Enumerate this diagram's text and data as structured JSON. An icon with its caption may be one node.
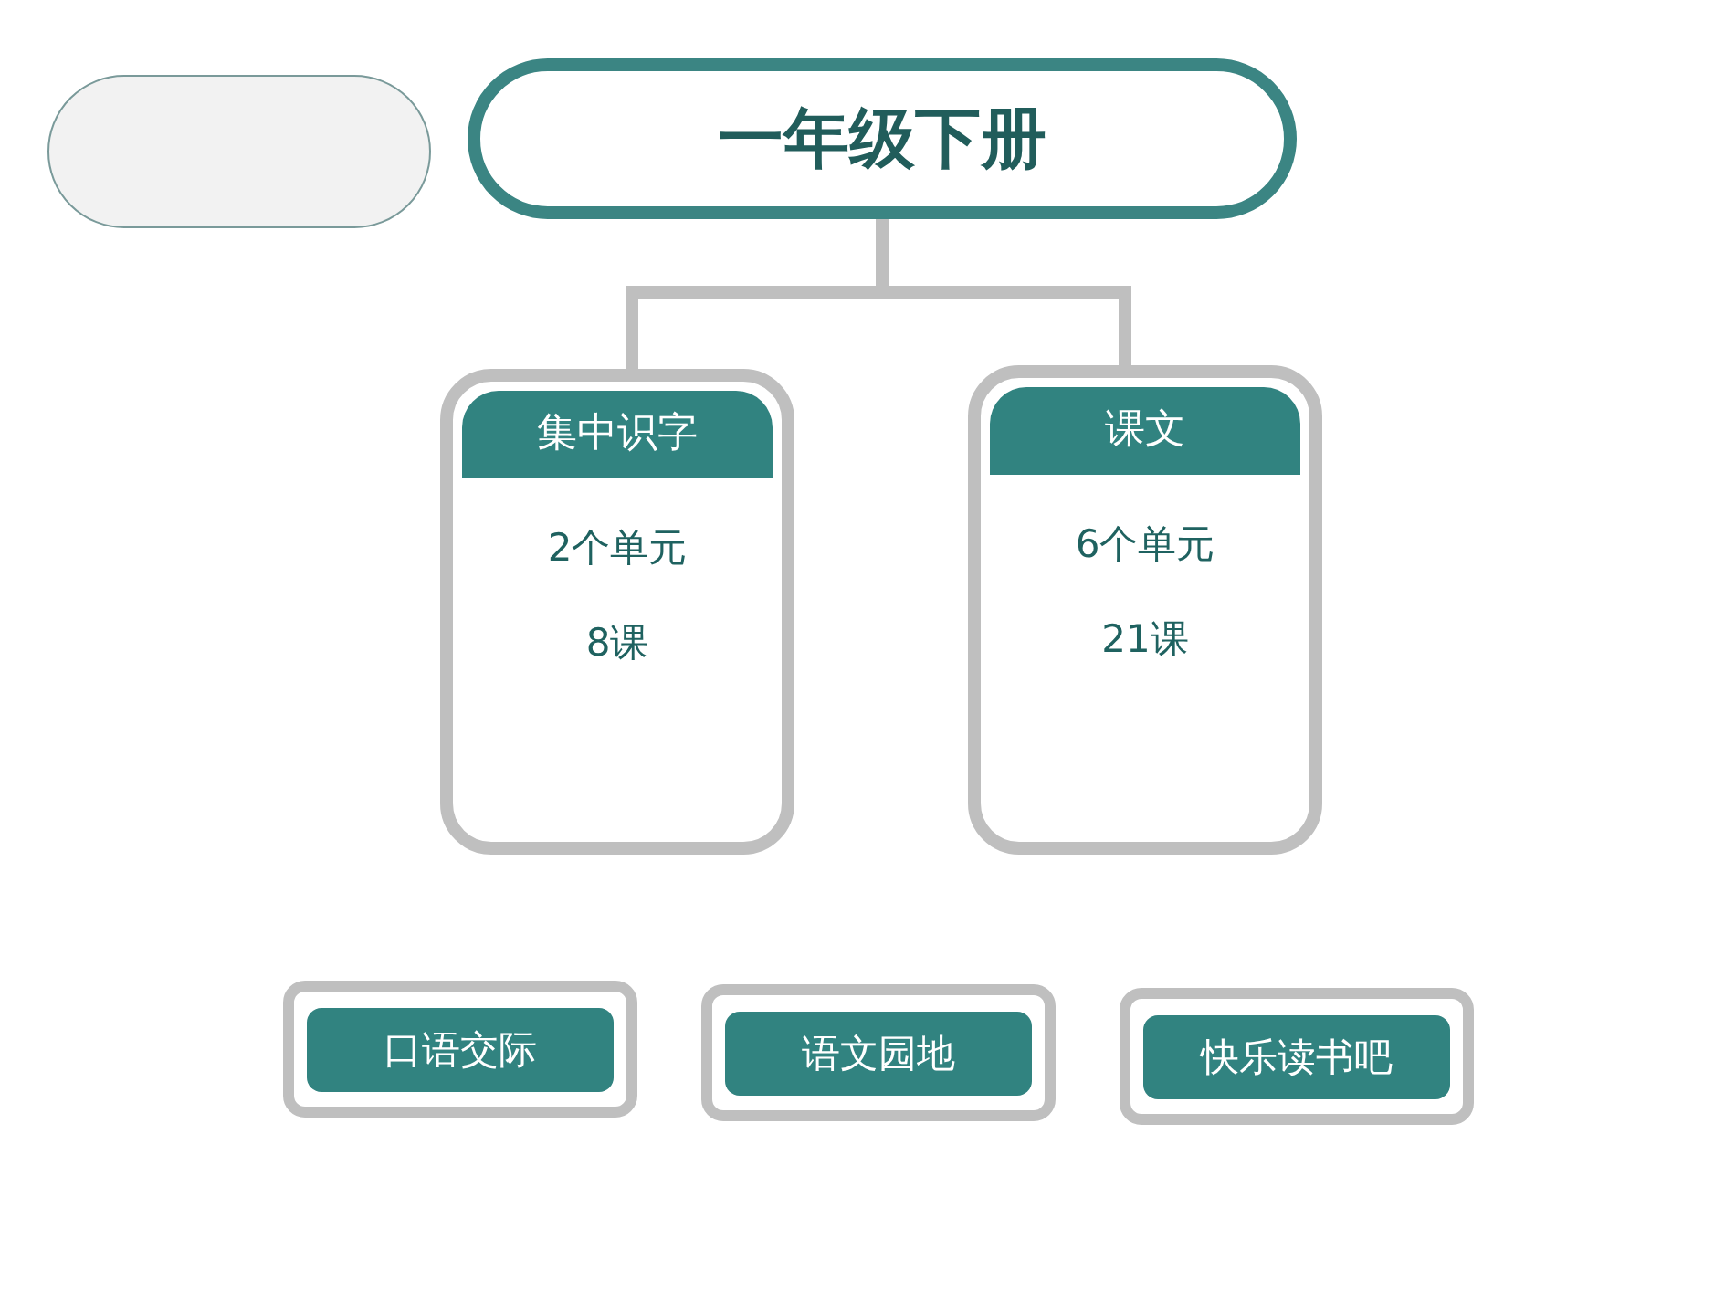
{
  "diagram": {
    "nodes": [
      {
        "text": [],
        "shape": "box"
      },
      {
        "text": [
          "一年级下册"
        ]
      },
      {
        "text": [
          "集中识字",
          "2个单元",
          "8课"
        ]
      },
      {
        "text": [
          "课文",
          "6个单元",
          "21课"
        ]
      },
      {
        "text": [
          "口语交际"
        ]
      },
      {
        "text": [
          "语文园地"
        ]
      },
      {
        "text": [
          "快乐读书吧"
        ]
      }
    ],
    "edges": [
      {
        "from": 1,
        "to": 2,
        "arrow": "none"
      },
      {
        "from": 1,
        "to": 3,
        "arrow": "none"
      }
    ]
  }
}
